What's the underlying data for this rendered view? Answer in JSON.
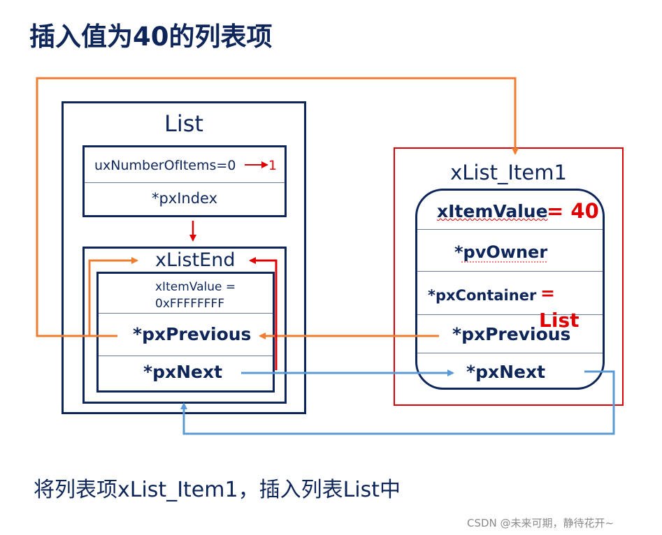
{
  "title": "插入值为40的列表项",
  "list": {
    "title": "List",
    "number_of_items_label": "uxNumberOfItems=0",
    "number_of_items_new": "1",
    "px_index": "*pxIndex",
    "list_end": {
      "title": "xListEnd",
      "item_value_line1": "xItemValue =",
      "item_value_line2": "0xFFFFFFFF",
      "px_previous": "*pxPrevious",
      "px_next": "*pxNext"
    }
  },
  "item": {
    "title": "xList_Item1",
    "item_value_label": "xItemValue",
    "item_value_assign": "= 40",
    "pv_owner": "*pvOwner",
    "px_container_label": "*pxContainer",
    "px_container_eq": "=",
    "px_container_value": "List",
    "px_previous": "*pxPrevious",
    "px_next": "*pxNext"
  },
  "caption": "将列表项xList_Item1，插入列表List中",
  "watermark": "CSDN @未来可期，静待花开~",
  "colors": {
    "navy": "#0d2559",
    "red": "#e00000",
    "orange": "#ed7d31",
    "blue": "#5b9bd5"
  }
}
